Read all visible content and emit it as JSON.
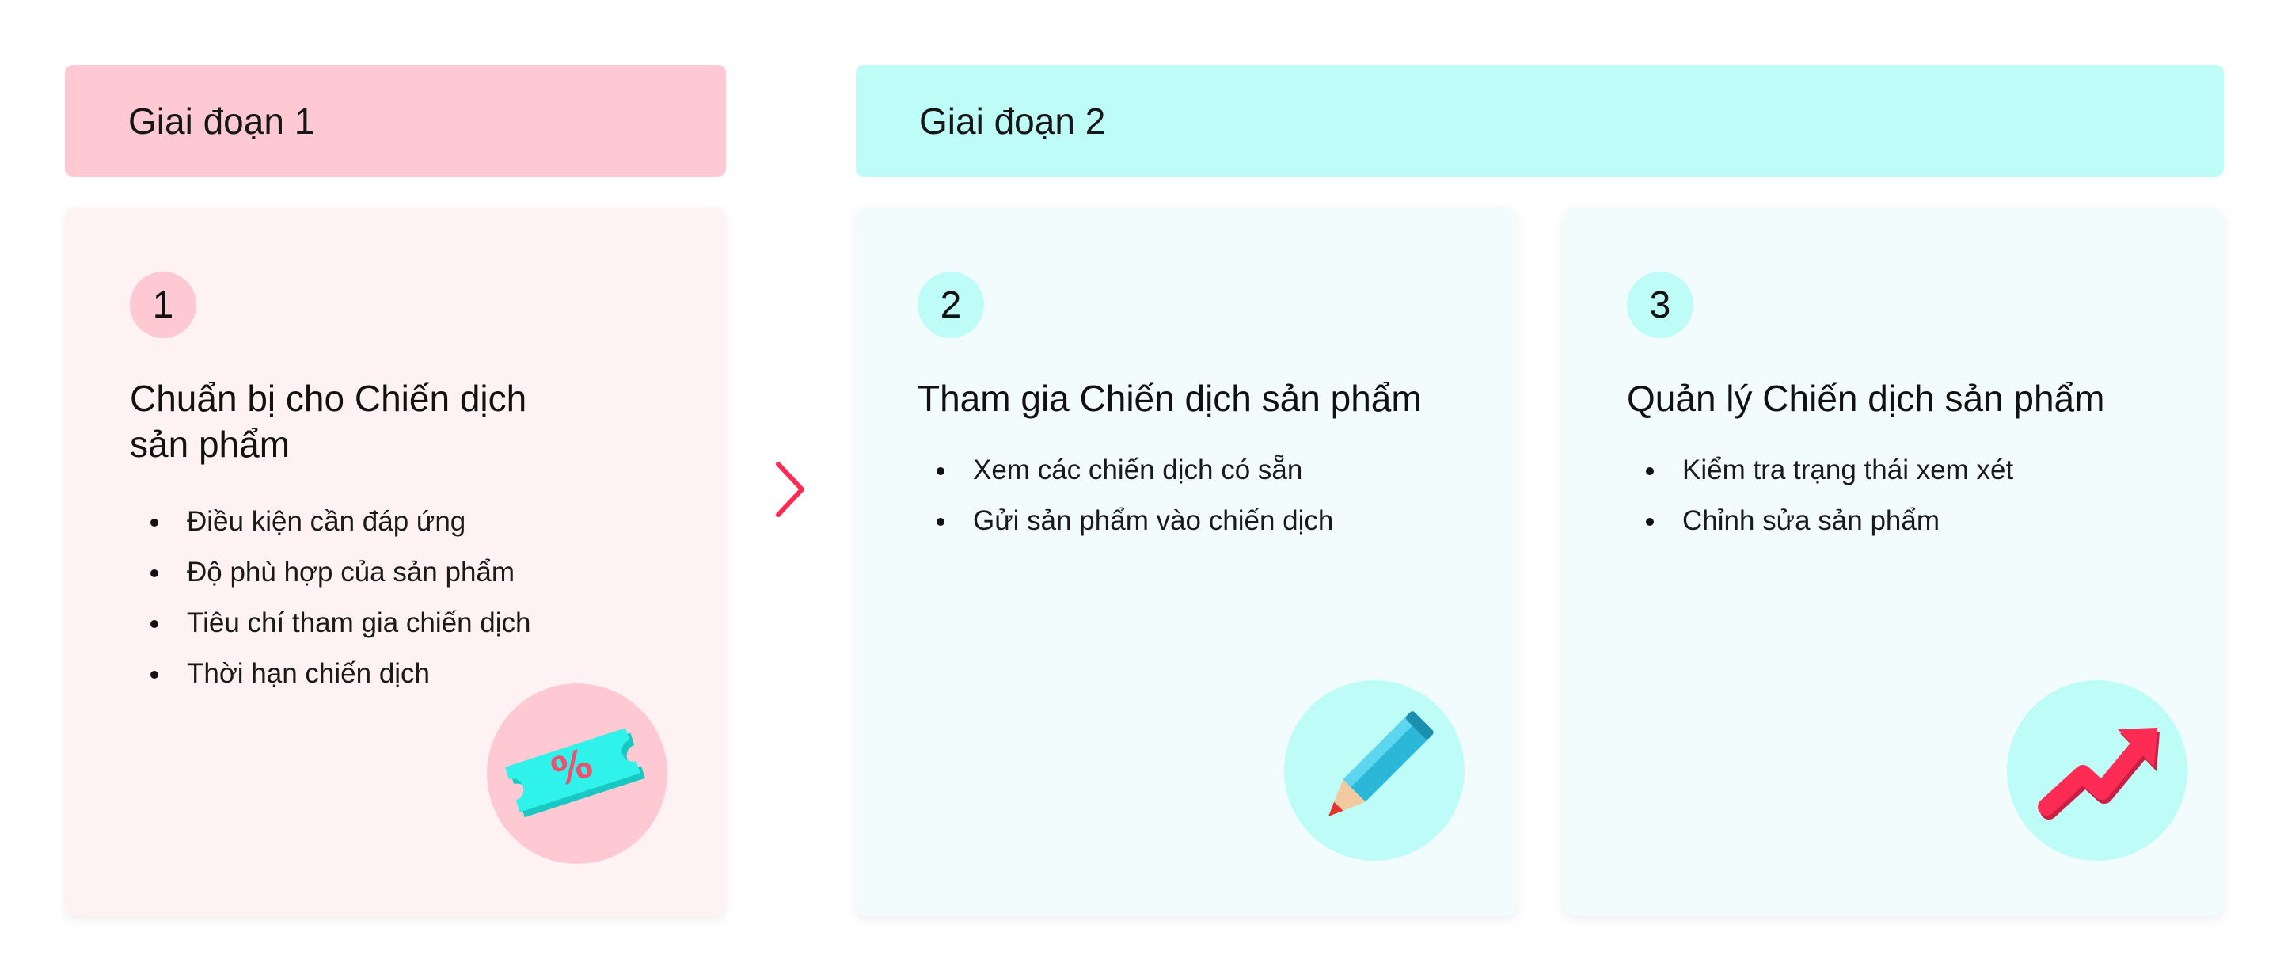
{
  "phases": {
    "phase1_label": "Giai đoạn 1",
    "phase2_label": "Giai đoạn 2"
  },
  "steps": [
    {
      "number": "1",
      "title": "Chuẩn bị cho Chiến dịch sản phẩm",
      "bullets": [
        "Điều kiện cần đáp ứng",
        "Độ phù hợp của sản phẩm",
        "Tiêu chí tham gia chiến dịch",
        "Thời hạn chiến dịch"
      ],
      "icon": "discount-ticket-icon"
    },
    {
      "number": "2",
      "title": "Tham gia Chiến dịch sản phẩm",
      "bullets": [
        "Xem các chiến dịch có sẵn",
        "Gửi sản phẩm vào chiến dịch"
      ],
      "icon": "pencil-icon"
    },
    {
      "number": "3",
      "title": "Quản lý Chiến dịch sản phẩm",
      "bullets": [
        "Kiểm tra trạng thái xem xét",
        "Chỉnh sửa sản phẩm"
      ],
      "icon": "trend-up-arrow-icon"
    }
  ],
  "colors": {
    "phase1_bg": "#fec9d3",
    "phase2_bg": "#befcf7",
    "card1_bg": "#fff2f4",
    "card23_bg": "#f3fcfd",
    "accent": "#fe2c55",
    "ticket": "#25f4ee"
  }
}
